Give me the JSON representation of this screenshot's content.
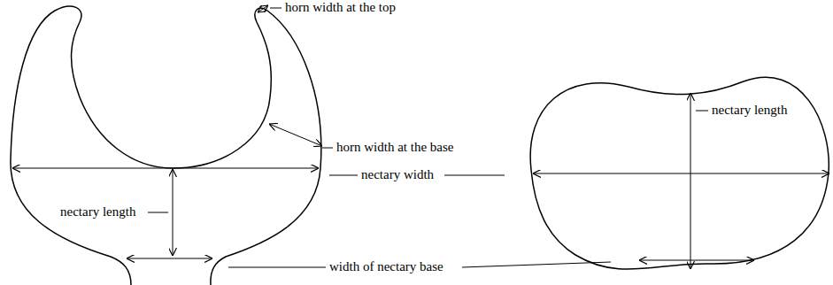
{
  "diagram": {
    "labels": [
      "horn width at the top",
      "horn width at the base",
      "nectary width",
      "nectary length",
      "nectary length",
      "width of nectary base"
    ]
  }
}
